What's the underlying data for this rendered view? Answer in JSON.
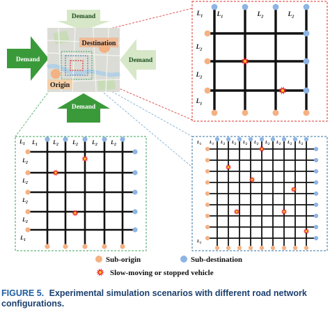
{
  "map": {
    "demand_label": "Demand",
    "destination_label": "Destination",
    "origin_label": "Origin"
  },
  "spacing_labels": {
    "l1": "L",
    "l1_sub": "1",
    "l2": "L",
    "l2_sub": "2"
  },
  "legend": {
    "sub_origin": "Sub-origin",
    "sub_destination": "Sub-destination",
    "slow_vehicle": "Slow-moving or stopped vehicle"
  },
  "caption": {
    "label": "FIGURE 5.",
    "text": "Experimental simulation scenarios with different road network configurations."
  },
  "colors": {
    "arrow_green": "#3a9a3a",
    "arrow_light": "#d6e8c8",
    "origin_node": "#f4b183",
    "destination_node": "#8eb4e3",
    "red_frame": "#d9302a",
    "green_frame": "#3aa35a",
    "blue_frame": "#2f6fa0",
    "road": "#111111"
  }
}
